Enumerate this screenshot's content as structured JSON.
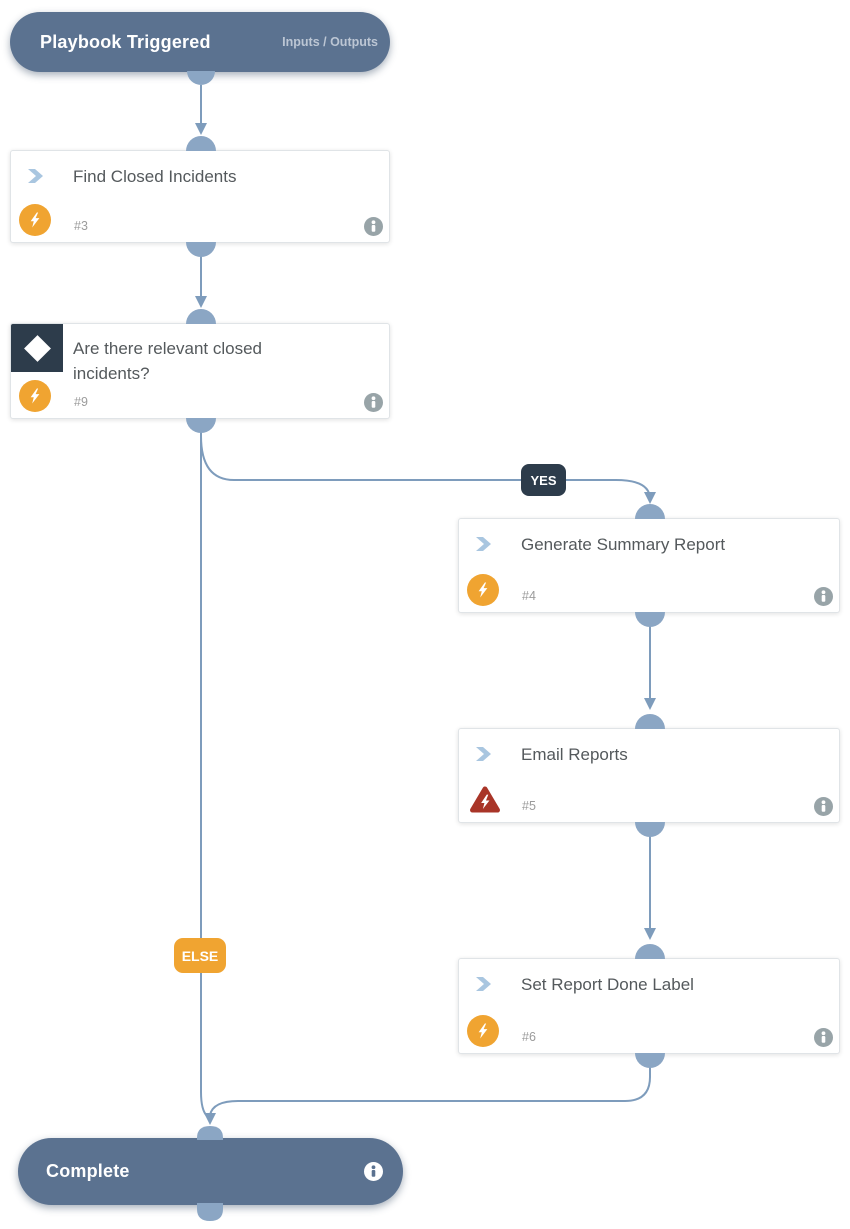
{
  "colors": {
    "pill_background": "#5b7290",
    "connector_line": "#7e9cbc",
    "connector_knob": "#8ba6c4",
    "condition_navy": "#2d3c4b",
    "accent_orange": "#f0a431",
    "error_red": "#a93528",
    "chevron_blue": "#a9c6e0",
    "card_title_text": "#54595c",
    "muted_text": "#9b9b9b",
    "info_gray": "#98a4a8"
  },
  "start": {
    "title": "Playbook Triggered",
    "link_label": "Inputs / Outputs"
  },
  "tasks": [
    {
      "title": "Find Closed Incidents",
      "id": "#3",
      "type": "automation",
      "icon": "lightning-circle"
    },
    {
      "title": "Are there relevant closed incidents?",
      "id": "#9",
      "type": "condition",
      "icon": "lightning-circle"
    },
    {
      "title": "Generate Summary Report",
      "id": "#4",
      "type": "automation",
      "icon": "lightning-circle"
    },
    {
      "title": "Email Reports",
      "id": "#5",
      "type": "automation-error",
      "icon": "error-triangle"
    },
    {
      "title": "Set Report Done Label",
      "id": "#6",
      "type": "automation",
      "icon": "lightning-circle"
    }
  ],
  "branches": {
    "yes": "YES",
    "else": "ELSE"
  },
  "end": {
    "title": "Complete"
  }
}
